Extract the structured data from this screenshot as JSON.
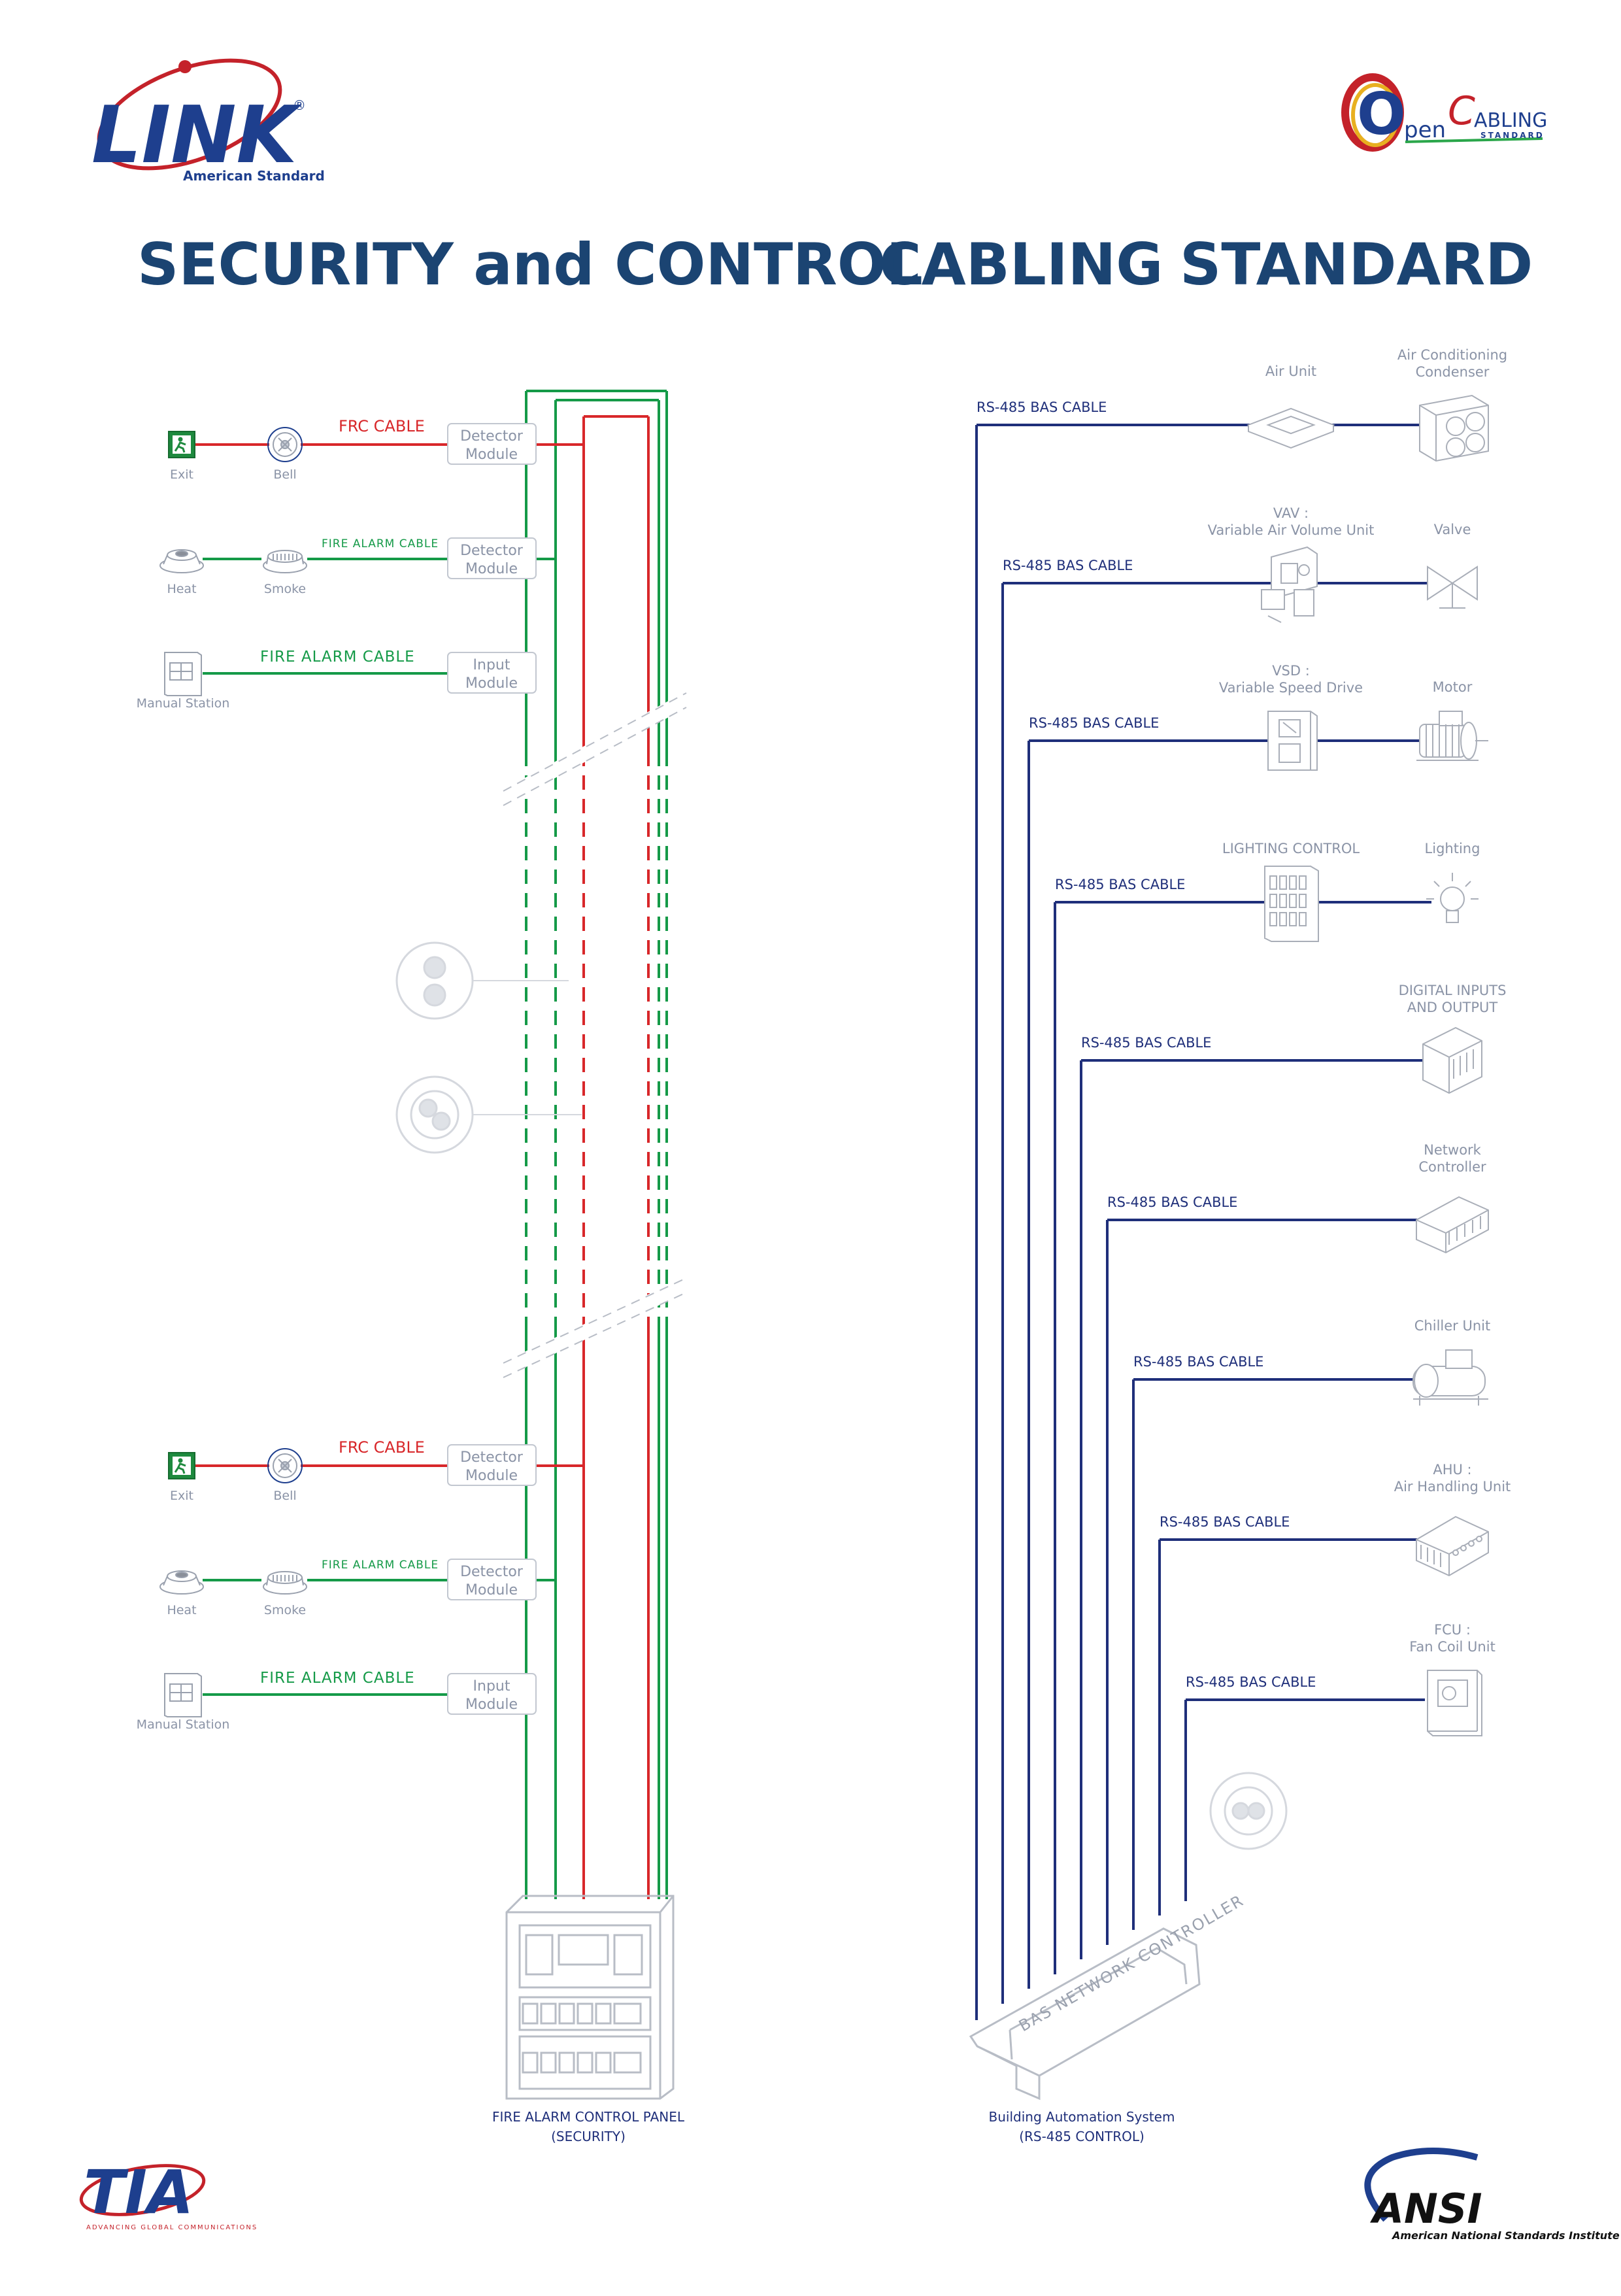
{
  "colors": {
    "title": "#1b4472",
    "frc": "#d8272a",
    "fire_alarm": "#159a48",
    "bas": "#1f2f7a",
    "label_gray": "#8a93a6",
    "equipment": "#b8bdc6",
    "link_blue": "#1e3f8e",
    "link_red": "#c4222a"
  },
  "logos": {
    "link_text": "LINK",
    "link_registered": "®",
    "link_sub": "American Standard",
    "open_cabling_o": "O",
    "open_cabling_pen": "pen",
    "open_cabling_c": "C",
    "open_cabling_abling": "ABLING",
    "open_cabling_standard": "STANDARD",
    "tia_text": "TIA",
    "tia_sub": "ADVANCING GLOBAL COMMUNICATIONS",
    "ansi_text": "ANSI",
    "ansi_sub": "American National Standards Institute"
  },
  "header": {
    "title_part1": "SECURITY and CONTROL",
    "title_part2": "CABLING",
    "title_part3": "STANDARD"
  },
  "security": {
    "upper": {
      "frc_cable": "FRC CABLE",
      "fire_alarm_cable_small": "FIRE ALARM CABLE",
      "fire_alarm_cable": "FIRE ALARM CABLE",
      "exit": "Exit",
      "bell": "Bell",
      "heat": "Heat",
      "smoke": "Smoke",
      "manual_station": "Manual Station",
      "detector_module_1a": "Detector",
      "detector_module_1b": "Module",
      "detector_module_2a": "Detector",
      "detector_module_2b": "Module",
      "input_module_a": "Input",
      "input_module_b": "Module"
    },
    "lower": {
      "frc_cable": "FRC CABLE",
      "fire_alarm_cable_small": "FIRE ALARM CABLE",
      "fire_alarm_cable": "FIRE ALARM CABLE",
      "exit": "Exit",
      "bell": "Bell",
      "heat": "Heat",
      "smoke": "Smoke",
      "manual_station": "Manual Station",
      "detector_module_1a": "Detector",
      "detector_module_1b": "Module",
      "detector_module_2a": "Detector",
      "detector_module_2b": "Module",
      "input_module_a": "Input",
      "input_module_b": "Module"
    },
    "panel_label_1": "FIRE ALARM CONTROL PANEL",
    "panel_label_2": "(SECURITY)"
  },
  "bas": {
    "cable_label": "RS-485 BAS CABLE",
    "rows": [
      {
        "cable": "RS-485  BAS  CABLE",
        "dev1_l1": "Air  Unit",
        "dev1_l2": "",
        "dev2_l1": "Air  Conditioning",
        "dev2_l2": "Condenser",
        "dev1_icon": "air-unit-icon",
        "dev2_icon": "condenser-icon"
      },
      {
        "cable": "RS-485  BAS  CABLE",
        "dev1_l1": "VAV :",
        "dev1_l2": "Variable  Air  Volume  Unit",
        "dev2_l1": "Valve",
        "dev2_l2": "",
        "dev1_icon": "vav-icon",
        "dev2_icon": "valve-icon"
      },
      {
        "cable": "RS-485  BAS  CABLE",
        "dev1_l1": "VSD :",
        "dev1_l2": "Variable  Speed  Drive",
        "dev2_l1": "Motor",
        "dev2_l2": "",
        "dev1_icon": "vsd-icon",
        "dev2_icon": "motor-icon"
      },
      {
        "cable": "RS-485  BAS  CABLE",
        "dev1_l1": "LIGHTING  CONTROL",
        "dev1_l2": "",
        "dev2_l1": "Lighting",
        "dev2_l2": "",
        "dev1_icon": "lighting-control-icon",
        "dev2_icon": "light-bulb-icon"
      },
      {
        "cable": "RS-485  BAS  CABLE",
        "dev1_l1": "",
        "dev1_l2": "",
        "dev2_l1": "DIGITAL  INPUTS",
        "dev2_l2": "AND  OUTPUT",
        "dev1_icon": "",
        "dev2_icon": "digital-io-icon"
      },
      {
        "cable": "RS-485  BAS  CABLE",
        "dev1_l1": "",
        "dev1_l2": "",
        "dev2_l1": "Network",
        "dev2_l2": "Controller",
        "dev1_icon": "",
        "dev2_icon": "network-controller-icon"
      },
      {
        "cable": "RS-485  BAS  CABLE",
        "dev1_l1": "",
        "dev1_l2": "",
        "dev2_l1": "Chiller  Unit",
        "dev2_l2": "",
        "dev1_icon": "",
        "dev2_icon": "chiller-icon"
      },
      {
        "cable": "RS-485  BAS  CABLE",
        "dev1_l1": "",
        "dev1_l2": "",
        "dev2_l1": "AHU :",
        "dev2_l2": "Air  Handling  Unit",
        "dev1_icon": "",
        "dev2_icon": "ahu-icon"
      },
      {
        "cable": "RS-485  BAS  CABLE",
        "dev1_l1": "",
        "dev1_l2": "",
        "dev2_l1": "FCU :",
        "dev2_l2": "Fan  Coil  Unit",
        "dev1_icon": "",
        "dev2_icon": "fcu-icon"
      }
    ],
    "controller_text": "BAS NETWORK CONTROLLER",
    "system_label_1": "Building Automation System",
    "system_label_2": "(RS-485  CONTROL)"
  }
}
